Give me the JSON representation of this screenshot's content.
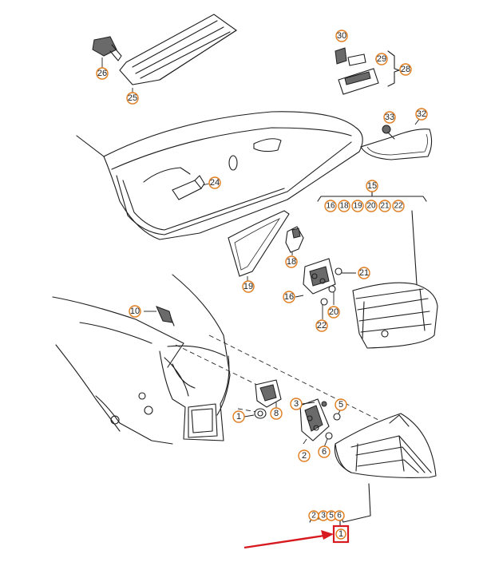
{
  "diagram": {
    "callouts": {
      "c1": "1",
      "c2": "2",
      "c3": "3",
      "c5": "5",
      "c6": "6",
      "c8": "8",
      "c10": "10",
      "c15": "15",
      "c16": "16",
      "c18": "18",
      "c19": "19",
      "c20": "20",
      "c21": "21",
      "c22": "22",
      "c24": "24",
      "c25": "25",
      "c26": "26",
      "c28": "28",
      "c29": "29",
      "c30": "30",
      "c32": "32",
      "c33": "33"
    },
    "groups": {
      "g15": [
        "16",
        "18",
        "19",
        "20",
        "21",
        "22"
      ],
      "g1": [
        "2",
        "3",
        "5",
        "6"
      ]
    },
    "highlight": {
      "label": "1",
      "outline_color": "#d71920",
      "arrow_color": "#d71920"
    },
    "callout_color": "#e07c1c"
  }
}
